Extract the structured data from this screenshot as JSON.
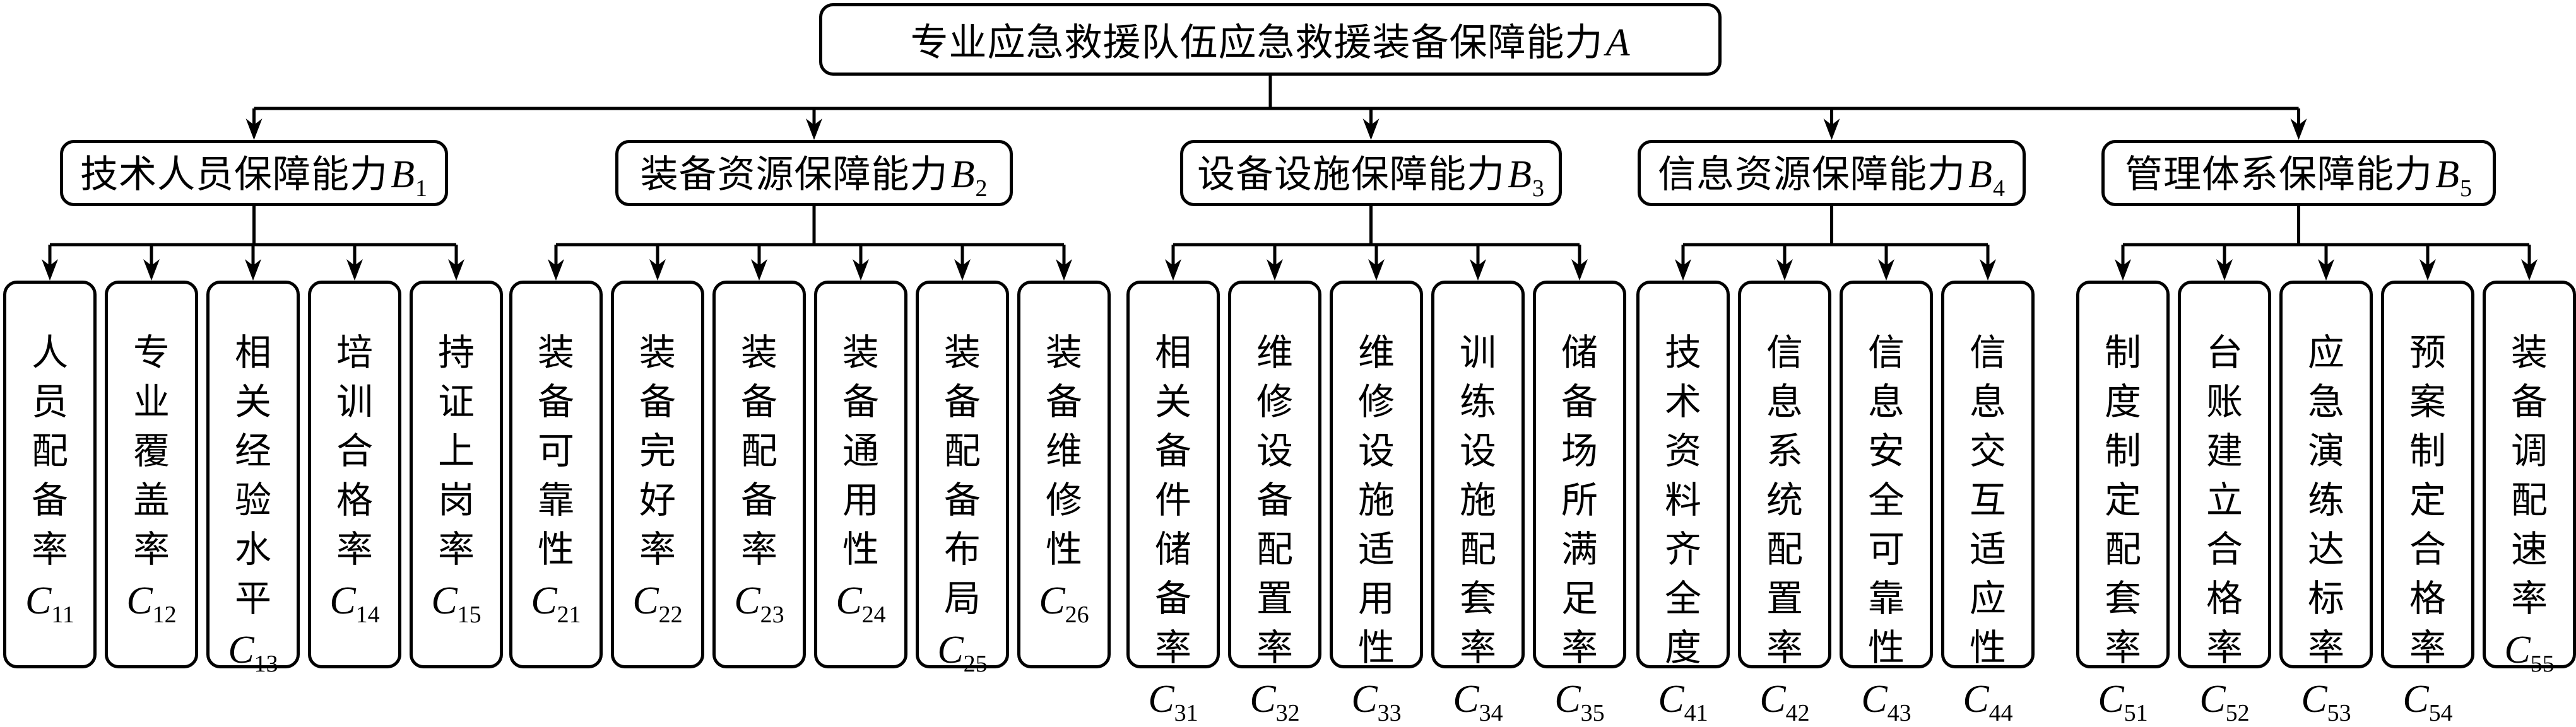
{
  "root": {
    "text": "专业应急救援队伍应急救援装备保障能力",
    "var": "A"
  },
  "groups": [
    {
      "text": "技术人员保障能力",
      "var": "B",
      "sub": "1",
      "items": [
        {
          "text": "人员配备率",
          "var": "C",
          "sub": "11"
        },
        {
          "text": "专业覆盖率",
          "var": "C",
          "sub": "12"
        },
        {
          "text": "相关经验水平",
          "var": "C",
          "sub": "13"
        },
        {
          "text": "培训合格率",
          "var": "C",
          "sub": "14"
        },
        {
          "text": "持证上岗率",
          "var": "C",
          "sub": "15"
        }
      ]
    },
    {
      "text": "装备资源保障能力",
      "var": "B",
      "sub": "2",
      "items": [
        {
          "text": "装备可靠性",
          "var": "C",
          "sub": "21"
        },
        {
          "text": "装备完好率",
          "var": "C",
          "sub": "22"
        },
        {
          "text": "装备配备率",
          "var": "C",
          "sub": "23"
        },
        {
          "text": "装备通用性",
          "var": "C",
          "sub": "24"
        },
        {
          "text": "装备配备布局",
          "var": "C",
          "sub": "25"
        },
        {
          "text": "装备维修性",
          "var": "C",
          "sub": "26"
        }
      ]
    },
    {
      "text": "设备设施保障能力",
      "var": "B",
      "sub": "3",
      "items": [
        {
          "text": "相关备件储备率",
          "var": "C",
          "sub": "31"
        },
        {
          "text": "维修设备配置率",
          "var": "C",
          "sub": "32"
        },
        {
          "text": "维修设施适用性",
          "var": "C",
          "sub": "33"
        },
        {
          "text": "训练设施配套率",
          "var": "C",
          "sub": "34"
        },
        {
          "text": "储备场所满足率",
          "var": "C",
          "sub": "35"
        }
      ]
    },
    {
      "text": "信息资源保障能力",
      "var": "B",
      "sub": "4",
      "items": [
        {
          "text": "技术资料齐全度",
          "var": "C",
          "sub": "41"
        },
        {
          "text": "信息系统配置率",
          "var": "C",
          "sub": "42"
        },
        {
          "text": "信息安全可靠性",
          "var": "C",
          "sub": "43"
        },
        {
          "text": "信息交互适应性",
          "var": "C",
          "sub": "44"
        }
      ]
    },
    {
      "text": "管理体系保障能力",
      "var": "B",
      "sub": "5",
      "items": [
        {
          "text": "制度制定配套率",
          "var": "C",
          "sub": "51"
        },
        {
          "text": "台账建立合格率",
          "var": "C",
          "sub": "52"
        },
        {
          "text": "应急演练达标率",
          "var": "C",
          "sub": "53"
        },
        {
          "text": "预案制定合格率",
          "var": "C",
          "sub": "54"
        },
        {
          "text": "装备调配速率",
          "var": "C",
          "sub": "55"
        }
      ]
    }
  ]
}
